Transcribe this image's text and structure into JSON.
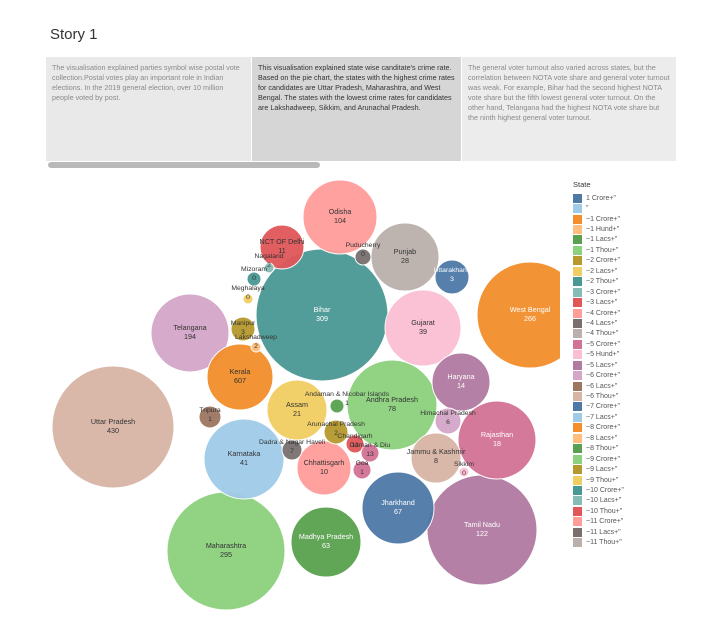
{
  "story": {
    "title": "Story 1"
  },
  "story_points": [
    {
      "text": "The visualisation explained parties symbol wise postal vote collection.Postal votes play an important role in Indian elections. In the 2019 general election, over 10 million people voted by post."
    },
    {
      "text": "This visualisation explained state wise canditate's crime rate. Based on the pie chart, the states with the highest crime rates for candidates are Uttar Pradesh, Maharashtra, and West Bengal. The states with the lowest crime rates for candidates are Lakshadweep, Sikkim, and Arunachal Pradesh."
    },
    {
      "text": "The general voter turnout also varied across states, but the correlation between NOTA vote share and general voter turnout was weak. For example, Bihar had the second highest NOTA vote share but the fifth lowest general voter turnout. On the other hand, Telangana had the highest NOTA vote share but the ninth highest general voter turnout."
    }
  ],
  "legend": {
    "title": "State",
    "items": [
      {
        "label": "1 Crore+\"",
        "color": "#4e79a7"
      },
      {
        "label": "\"",
        "color": "#a0cbe8"
      },
      {
        "label": "~1 Crore+\"",
        "color": "#f28e2b"
      },
      {
        "label": "~1 Hund+\"",
        "color": "#ffbe7d"
      },
      {
        "label": "~1 Lacs+\"",
        "color": "#59a14f"
      },
      {
        "label": "~1 Thou+\"",
        "color": "#8cd17d"
      },
      {
        "label": "~2 Crore+\"",
        "color": "#b6992d"
      },
      {
        "label": "~2 Lacs+\"",
        "color": "#f1ce63"
      },
      {
        "label": "~2 Thou+\"",
        "color": "#499894"
      },
      {
        "label": "~3 Crore+\"",
        "color": "#86bcb6"
      },
      {
        "label": "~3 Lacs+\"",
        "color": "#e15759"
      },
      {
        "label": "~4 Crore+\"",
        "color": "#ff9d9a"
      },
      {
        "label": "~4 Lacs+\"",
        "color": "#79706e"
      },
      {
        "label": "~4 Thou+\"",
        "color": "#bab0ac"
      },
      {
        "label": "~5 Crore+\"",
        "color": "#d37295"
      },
      {
        "label": "~5 Hund+\"",
        "color": "#fabfd2"
      },
      {
        "label": "~5 Lacs+\"",
        "color": "#b07aa1"
      },
      {
        "label": "~6 Crore+\"",
        "color": "#d4a6c8"
      },
      {
        "label": "~6 Lacs+\"",
        "color": "#9d7660"
      },
      {
        "label": "~6 Thou+\"",
        "color": "#d7b5a6"
      },
      {
        "label": "~7 Crore+\"",
        "color": "#4e79a7"
      },
      {
        "label": "~7 Lacs+\"",
        "color": "#a0cbe8"
      },
      {
        "label": "~8 Crore+\"",
        "color": "#f28e2b"
      },
      {
        "label": "~8 Lacs+\"",
        "color": "#ffbe7d"
      },
      {
        "label": "~8 Thou+\"",
        "color": "#59a14f"
      },
      {
        "label": "~9 Crore+\"",
        "color": "#8cd17d"
      },
      {
        "label": "~9 Lacs+\"",
        "color": "#b6992d"
      },
      {
        "label": "~9 Thou+\"",
        "color": "#f1ce63"
      },
      {
        "label": "~10 Crore+\"",
        "color": "#499894"
      },
      {
        "label": "~10 Lacs+\"",
        "color": "#86bcb6"
      },
      {
        "label": "~10 Thou+\"",
        "color": "#e15759"
      },
      {
        "label": "~11 Crore+\"",
        "color": "#ff9d9a"
      },
      {
        "label": "~11 Lacs+\"",
        "color": "#79706e"
      },
      {
        "label": "~11 Thou+\"",
        "color": "#bab0ac"
      }
    ]
  },
  "chart_data": {
    "type": "bubble",
    "size_field": "value",
    "series": [
      {
        "name": "Uttar Pradesh",
        "value": 430,
        "color": "#d7b5a6"
      },
      {
        "name": "Bihar",
        "value": 309,
        "color": "#499894"
      },
      {
        "name": "Maharashtra",
        "value": 295,
        "color": "#8cd17d"
      },
      {
        "name": "West Bengal",
        "value": 266,
        "color": "#f28e2b"
      },
      {
        "name": "Telangana",
        "value": 194,
        "color": "#d4a6c8"
      },
      {
        "name": "Tamil Nadu",
        "value": 122,
        "color": "#b07aa1"
      },
      {
        "name": "Odisha",
        "value": 104,
        "color": "#ff9d9a"
      },
      {
        "name": "Andhra Pradesh",
        "value": 78,
        "color": "#8cd17d"
      },
      {
        "name": "Jharkhand",
        "value": 67,
        "color": "#4e79a7"
      },
      {
        "name": "Madhya Pradesh",
        "value": 63,
        "color": "#59a14f"
      },
      {
        "name": "Karnataka",
        "value": 41,
        "color": "#a0cbe8"
      },
      {
        "name": "Gujarat",
        "value": 39,
        "color": "#fabfd2"
      },
      {
        "name": "Punjab",
        "value": 28,
        "color": "#bab0ac"
      },
      {
        "name": "Assam",
        "value": 21,
        "color": "#f1ce63"
      },
      {
        "name": "Rajasthan",
        "value": 18,
        "color": "#d37295"
      },
      {
        "name": "Haryana",
        "value": 14,
        "color": "#b07aa1"
      },
      {
        "name": "NCT OF Delhi",
        "value": 11,
        "color": "#e15759"
      },
      {
        "name": "Chhattisgarh",
        "value": 10,
        "color": "#ff9d9a"
      },
      {
        "name": "Kerala",
        "value": 607,
        "color": "#f28e2b"
      },
      {
        "name": "Jammu & Kashmir",
        "value": 8,
        "color": "#d7b5a6"
      },
      {
        "name": "Dadra & Nagar Haveli",
        "value": 7,
        "color": "#79706e"
      },
      {
        "name": "Himachal Pradesh",
        "value": 6,
        "color": "#d4a6c8"
      },
      {
        "name": "Uttarakhand",
        "value": 3,
        "color": "#4e79a7"
      },
      {
        "name": "Manipur",
        "value": 3,
        "color": "#b6992d"
      },
      {
        "name": "Lakshadweep",
        "value": 2,
        "color": "#ffbe7d"
      },
      {
        "name": "Arunachal Pradesh",
        "value": 2,
        "color": "#b6992d"
      },
      {
        "name": "Nagaland",
        "value": 2,
        "color": "#86bcb6"
      },
      {
        "name": "Andaman & Nicobar Islands",
        "value": 1,
        "color": "#59a14f"
      },
      {
        "name": "Goa",
        "value": 1,
        "color": "#d37295"
      },
      {
        "name": "Tripura",
        "value": 1,
        "color": "#9d7660"
      },
      {
        "name": "Mizoram",
        "value": 0,
        "color": "#499894"
      },
      {
        "name": "Meghalaya",
        "value": 0,
        "color": "#f1ce63"
      },
      {
        "name": "Puducherry",
        "value": 0,
        "color": "#79706e"
      },
      {
        "name": "Sikkim",
        "value": 0,
        "color": "#fabfd2"
      },
      {
        "name": "Chandigarh",
        "value": 13,
        "color": "#e15759"
      },
      {
        "name": "Daman & Diu",
        "value": 13,
        "color": "#d37295"
      }
    ]
  }
}
